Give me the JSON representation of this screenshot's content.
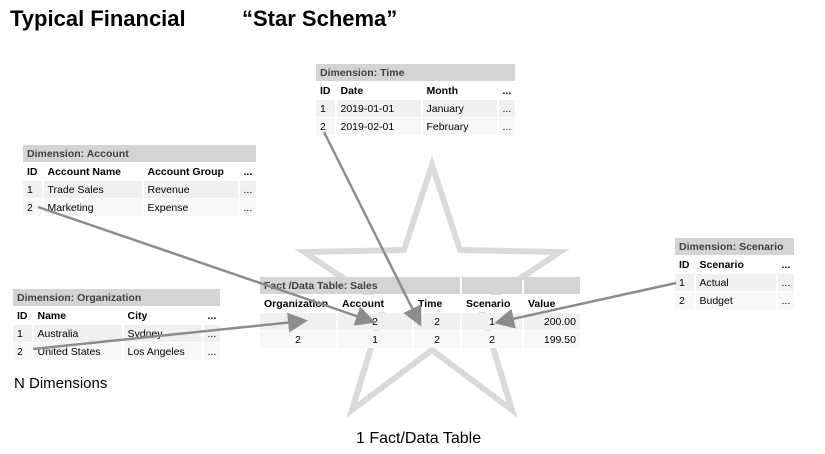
{
  "title_left": "Typical Financial",
  "title_right": "“Star Schema”",
  "caption_dimensions": "N Dimensions",
  "caption_fact": "1 Fact/Data Table",
  "time": {
    "title": "Dimension: Time",
    "headers": [
      "ID",
      "Date",
      "Month",
      "..."
    ],
    "rows": [
      [
        "1",
        "2019-01-01",
        "January",
        "..."
      ],
      [
        "2",
        "2019-02-01",
        "February",
        "..."
      ]
    ]
  },
  "account": {
    "title": "Dimension: Account",
    "headers": [
      "ID",
      "Account Name",
      "Account Group",
      "..."
    ],
    "rows": [
      [
        "1",
        "Trade Sales",
        "Revenue",
        "..."
      ],
      [
        "2",
        "Marketing",
        "Expense",
        "..."
      ]
    ]
  },
  "organization": {
    "title": "Dimension: Organization",
    "headers": [
      "ID",
      "Name",
      "City",
      "..."
    ],
    "rows": [
      [
        "1",
        "Australia",
        "Sydney",
        "..."
      ],
      [
        "2",
        "United States",
        "Los Angeles",
        "..."
      ]
    ]
  },
  "scenario": {
    "title": "Dimension: Scenario",
    "headers": [
      "ID",
      "Scenario",
      "..."
    ],
    "rows": [
      [
        "1",
        "Actual",
        "..."
      ],
      [
        "2",
        "Budget",
        "..."
      ]
    ]
  },
  "fact": {
    "title": "Fact /Data Table: Sales",
    "headers": [
      "Organization",
      "Account",
      "Time",
      "Scenario",
      "Value"
    ],
    "rows": [
      [
        "2",
        "2",
        "2",
        "1",
        "200.00"
      ],
      [
        "2",
        "1",
        "2",
        "2",
        "199.50"
      ]
    ]
  }
}
